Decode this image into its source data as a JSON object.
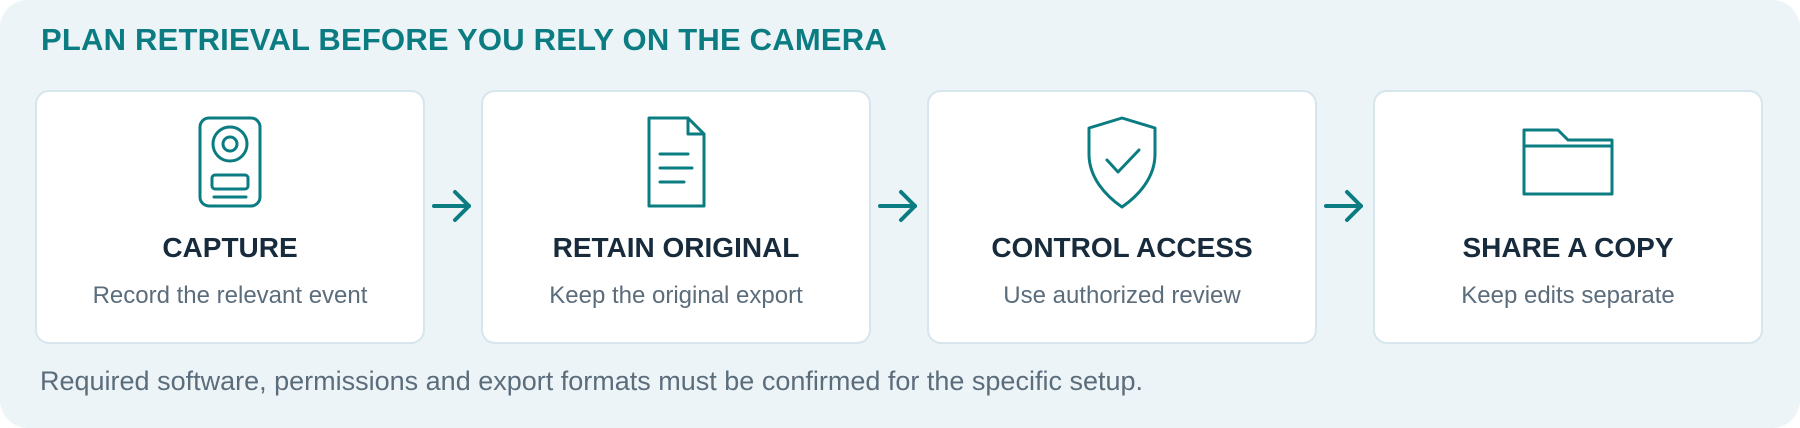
{
  "title": "PLAN RETRIEVAL BEFORE YOU RELY ON THE CAMERA",
  "steps": [
    {
      "title": "CAPTURE",
      "description": "Record the relevant event",
      "icon": "doorbell-camera-icon"
    },
    {
      "title": "RETAIN ORIGINAL",
      "description": "Keep the original export",
      "icon": "document-icon"
    },
    {
      "title": "CONTROL ACCESS",
      "description": "Use authorized review",
      "icon": "shield-check-icon"
    },
    {
      "title": "SHARE A COPY",
      "description": "Keep edits separate",
      "icon": "folder-icon"
    }
  ],
  "footnote": "Required software, permissions and export formats must be confirmed for the specific setup.",
  "colors": {
    "accent": "#0b7c82",
    "panel_background": "#ecf4f7",
    "card_border": "#d6e6ec",
    "heading_text": "#172b3d",
    "body_text": "#5b6c7b"
  }
}
